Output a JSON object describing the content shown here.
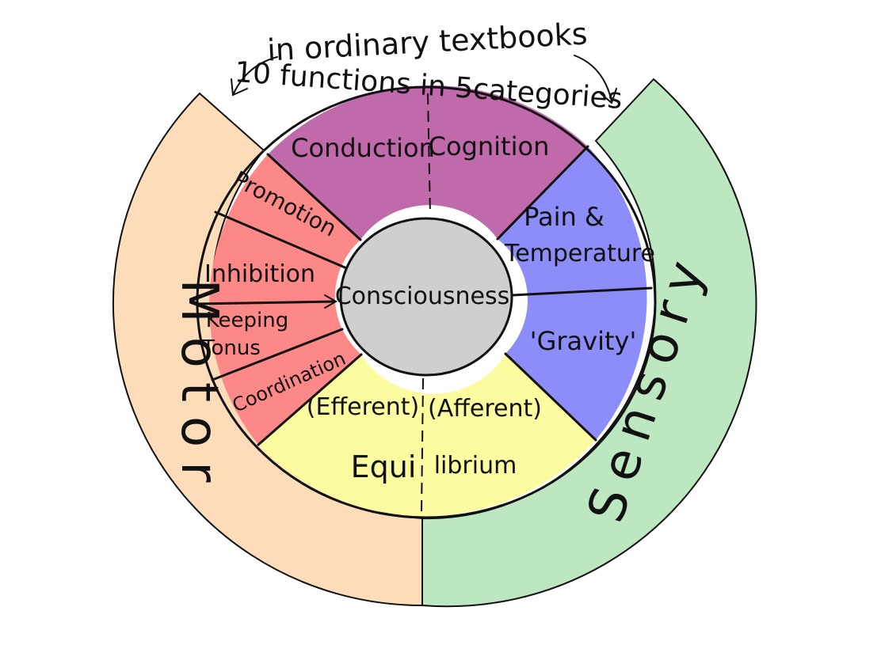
{
  "header": {
    "line1": "in ordinary textbooks",
    "line2": "10 functions in 5categories"
  },
  "outer": {
    "motor": "Motor",
    "sensory": "Sensory"
  },
  "center": "Consciousness",
  "segments": {
    "conduction": "Conduction",
    "cognition": "Cognition",
    "pain1": "Pain &",
    "pain2": "Temperature",
    "gravity": "'Gravity'",
    "promotion": "Promotion",
    "inhibition": "Inhibition",
    "keeping1": "Keeping",
    "keeping2": "Tonus",
    "coordination": "Coordination",
    "efferent": "(Efferent)",
    "afferent": "(Afferent)",
    "equi": "Equi",
    "librium": "librium"
  },
  "colors": {
    "motor": "#fddcba",
    "sensory": "#bde7c1",
    "purple": "#c06aab",
    "red": "#fd8888",
    "blue": "#8c8df8",
    "yellow": "#fdfb9f",
    "center": "#cfcfcf"
  }
}
